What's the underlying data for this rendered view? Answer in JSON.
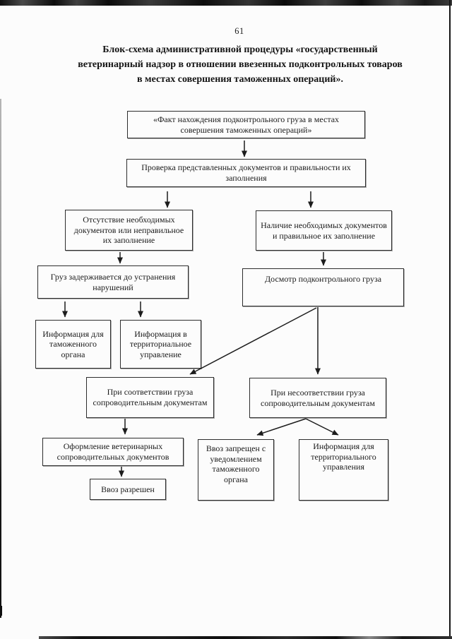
{
  "page": {
    "number": "61"
  },
  "title": {
    "line1": "Блок-схема административной процедуры «государственный",
    "line2": "ветеринарный надзор в отношении ввезенных подконтрольных товаров",
    "line3": "в местах совершения таможенных операций»."
  },
  "colors": {
    "ink": "#1b1b1b",
    "paper": "#fcfcfc",
    "border": "#2d2d2d"
  },
  "flowchart": {
    "boxes": [
      {
        "id": "fact-location",
        "label": "«Факт нахождения подконтрольного груза в местах совершения таможенных операций»"
      },
      {
        "id": "check-documents",
        "label": "Проверка представленных документов и правильности их заполнения"
      },
      {
        "id": "missing-documents",
        "label": "Отсутствие необходимых документов или неправильное их заполнение"
      },
      {
        "id": "documents-present",
        "label": "Наличие необходимых документов и правильное их заполнение"
      },
      {
        "id": "cargo-detained",
        "label": "Груз задерживается до устранения нарушений"
      },
      {
        "id": "cargo-inspection",
        "label": "Досмотр подконтрольного груза"
      },
      {
        "id": "info-customs",
        "label": "Информация для таможенного органа"
      },
      {
        "id": "info-territorial",
        "label": "Информация в территориальное управление"
      },
      {
        "id": "cargo-matches-docs",
        "label": "При соответствии груза сопроводительным документам"
      },
      {
        "id": "cargo-mismatch-docs",
        "label": "При несоответствии груза сопроводительным документам"
      },
      {
        "id": "vet-docs-issued",
        "label": "Оформление ветеринарных сопроводительных документов"
      },
      {
        "id": "import-allowed",
        "label": "Ввоз разрешен"
      },
      {
        "id": "import-prohibited",
        "label": "Ввоз запрещен с уведомлением таможенного органа"
      },
      {
        "id": "info-territorial-admin",
        "label": "Информация для территориального управления"
      }
    ]
  }
}
